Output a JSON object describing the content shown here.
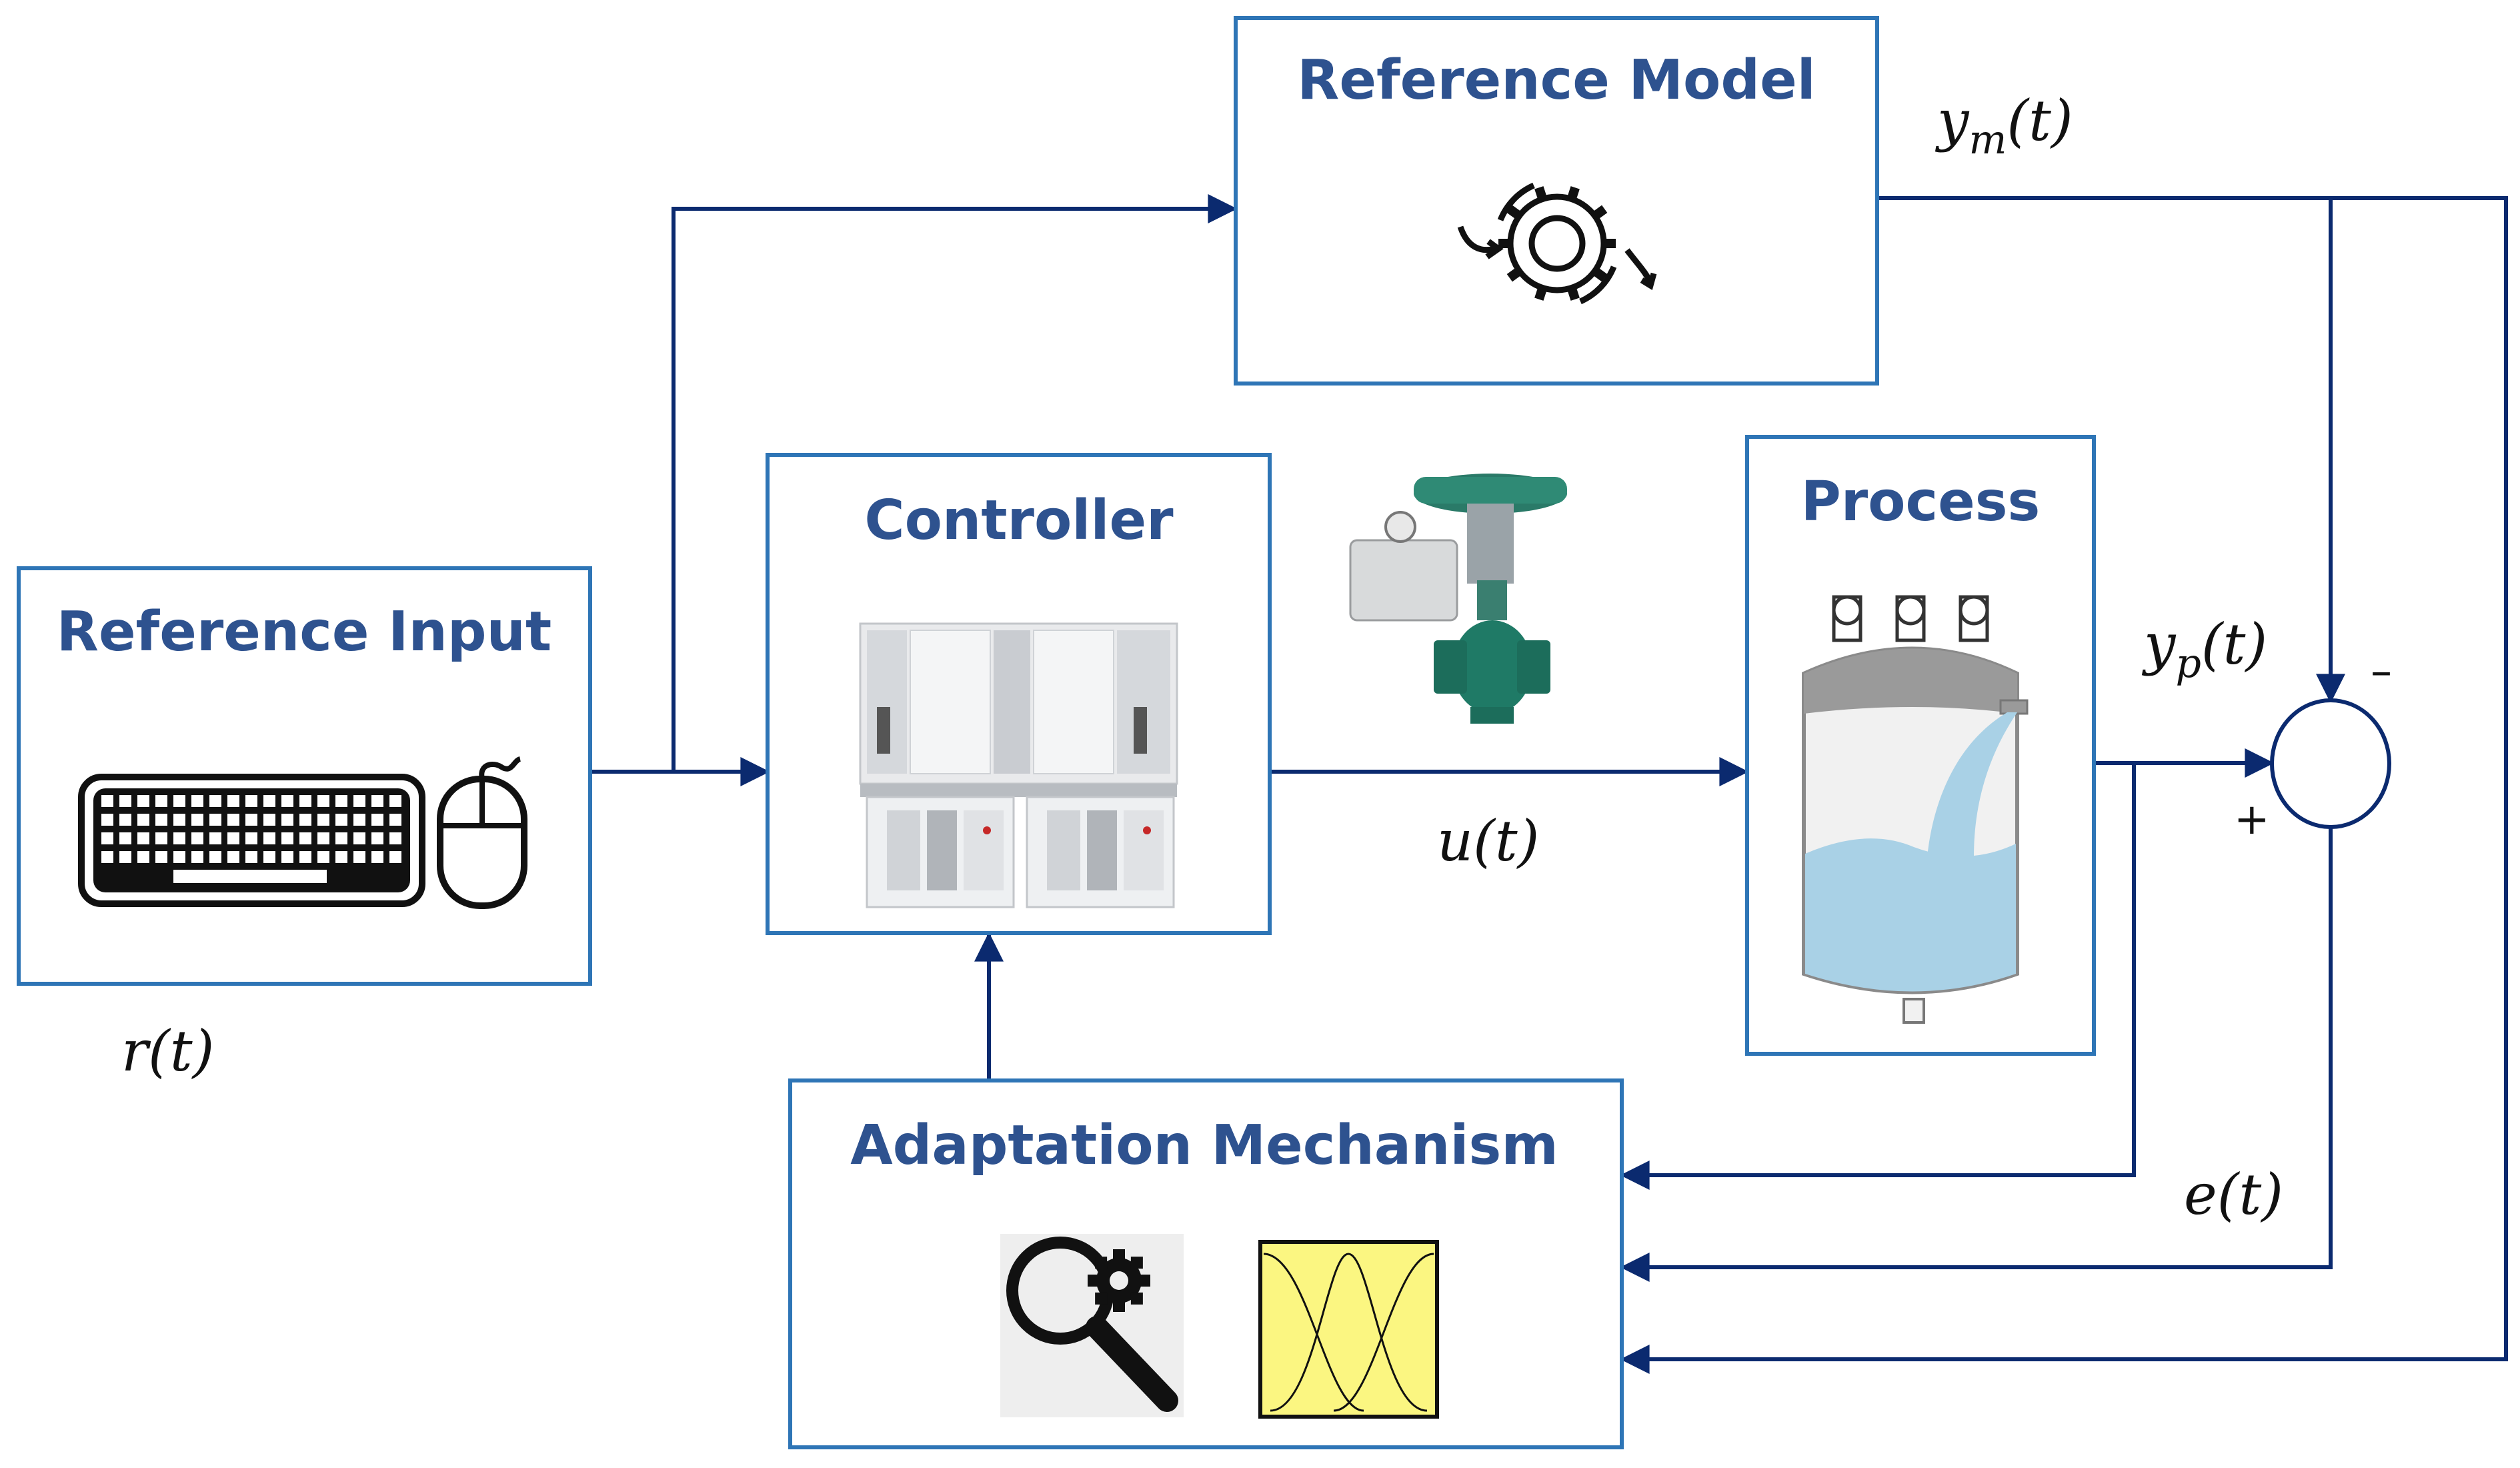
{
  "colors": {
    "box_border": "#2e75b6",
    "title_text": "#2e528f",
    "wire": "#0b2a6f",
    "tank_liquid": "#a9d1e6",
    "tank_body": "#f1f1f1",
    "membership_bg": "#fbf681"
  },
  "blocks": {
    "reference_input": "Reference Input",
    "controller": "Controller",
    "reference_model": "Reference Model",
    "process": "Process",
    "adaptation": "Adaptation Mechanism"
  },
  "signals": {
    "r": "r(t)",
    "u": "u(t)",
    "ym_base": "y",
    "ym_sub": "m",
    "ym_arg": "(t)",
    "yp_base": "y",
    "yp_sub": "p",
    "yp_arg": "(t)",
    "e": "e(t)"
  },
  "summing_junction": {
    "plus": "+",
    "minus": "–"
  },
  "icons": {
    "reference_input": [
      "keyboard-icon",
      "mouse-icon"
    ],
    "controller": "plc-controller-image",
    "actuator": "control-valve-image",
    "reference_model": "gear-cycle-icon",
    "process": "liquid-tank-image",
    "adaptation": [
      "search-gear-icon",
      "membership-functions-icon"
    ]
  }
}
